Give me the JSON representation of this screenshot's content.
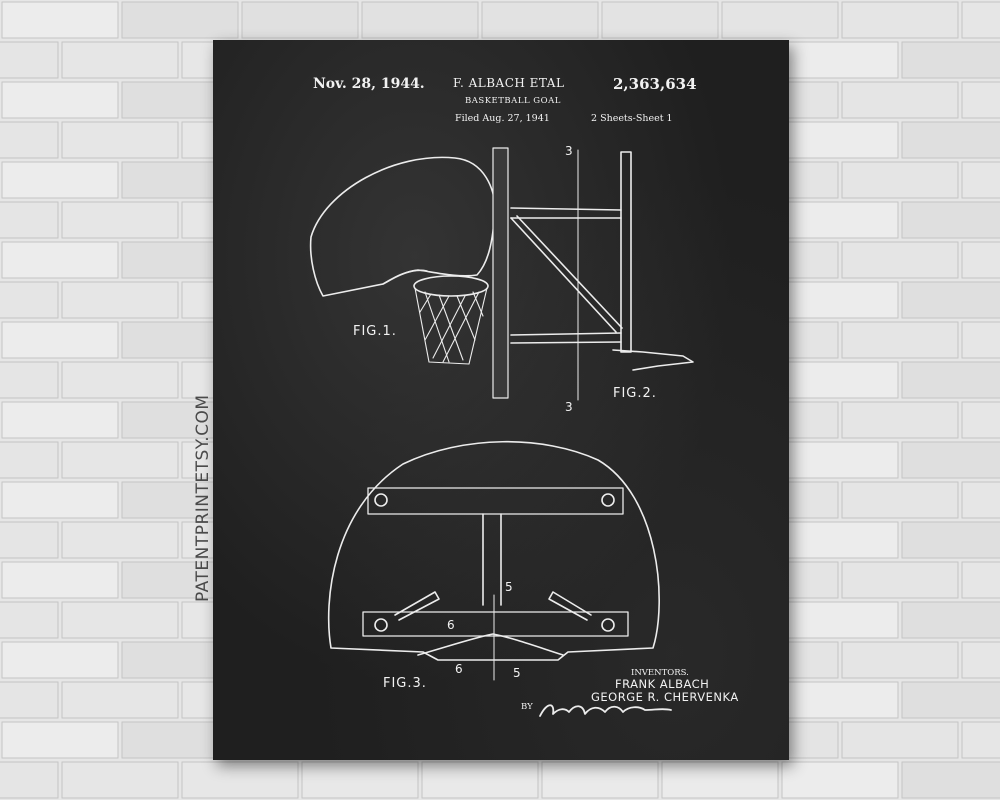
{
  "watermark": "PATENTPRINTETSY.COM",
  "header": {
    "date": "Nov. 28, 1944.",
    "inventors_short": "F. ALBACH ETAL",
    "patent_number": "2,363,634",
    "title": "BASKETBALL GOAL",
    "filed": "Filed Aug. 27, 1941",
    "sheets": "2 Sheets-Sheet 1"
  },
  "figures": {
    "fig1": "FIG.1.",
    "fig2": "FIG.2.",
    "fig3": "FIG.3."
  },
  "section_markers": {
    "three": "3",
    "five": "5",
    "six": "6"
  },
  "inventors": {
    "heading": "INVENTORS.",
    "name1": "FRANK ALBACH",
    "name2": "GEORGE R. CHERVENKA",
    "by": "BY"
  },
  "colors": {
    "poster": "#1f1f1f",
    "ink": "#f2f2f2",
    "wall": "#e6e6e6",
    "mortar": "#c4c4c4"
  }
}
